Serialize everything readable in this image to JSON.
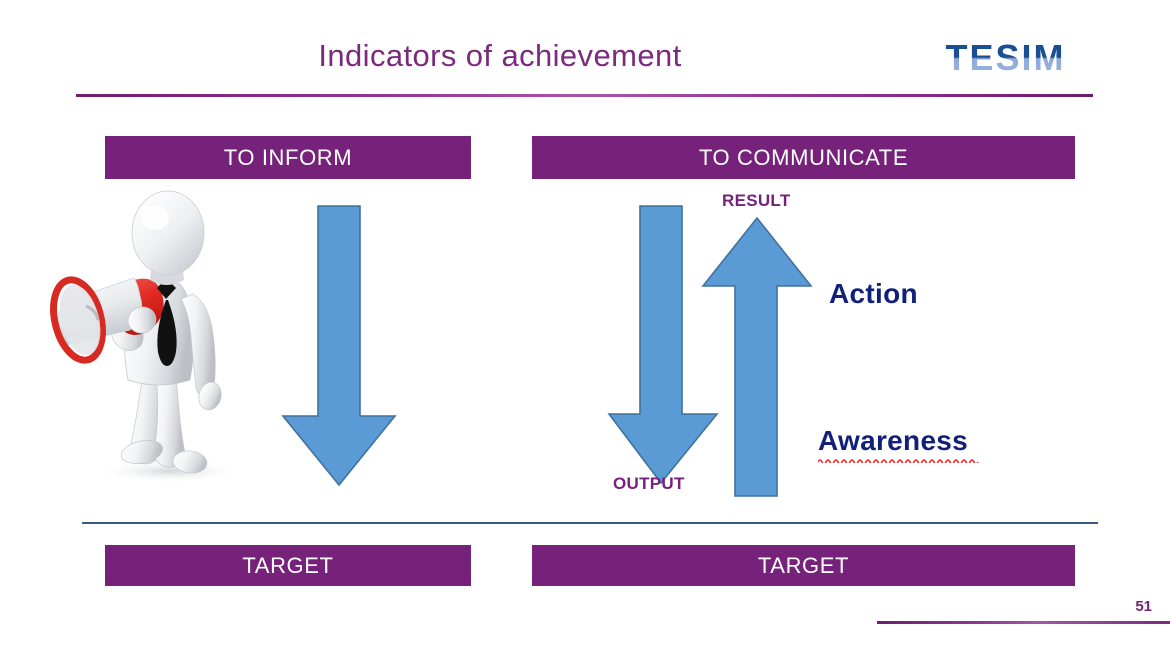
{
  "slide": {
    "title": "Indicators of achievement",
    "page_number": "51",
    "logo_text": "TESIM"
  },
  "colors": {
    "purple": "#76217A",
    "title_purple": "#7B2A7E",
    "arrow_blue": "#5B9BD5",
    "arrow_blue_border": "#41719C",
    "navy": "#11217A",
    "divider_blue": "#3C5A7B",
    "logo_blue_dark": "#1B4F93",
    "logo_blue_light": "#9DB2DE",
    "squiggle_red": "#E03030"
  },
  "columns": [
    {
      "id": "inform",
      "header": "TO INFORM",
      "footer": "TARGET",
      "arrows": [
        {
          "name": "down-arrow",
          "direction": "down",
          "label": ""
        }
      ],
      "outcomes": []
    },
    {
      "id": "communicate",
      "header": "TO COMMUNICATE",
      "footer": "TARGET",
      "arrows": [
        {
          "name": "down-arrow",
          "direction": "down",
          "label": "OUTPUT"
        },
        {
          "name": "up-arrow",
          "direction": "up",
          "label": "RESULT"
        }
      ],
      "outcomes": [
        {
          "text": "Action",
          "misspelled": false
        },
        {
          "text": "Awareness",
          "misspelled": true
        }
      ]
    }
  ],
  "labels": {
    "result": "RESULT",
    "output": "OUTPUT",
    "action": "Action",
    "awareness": "Awareness"
  },
  "illustration": {
    "name": "megaphone-person",
    "description": "3D white mannequin with black tie holding a red megaphone"
  }
}
